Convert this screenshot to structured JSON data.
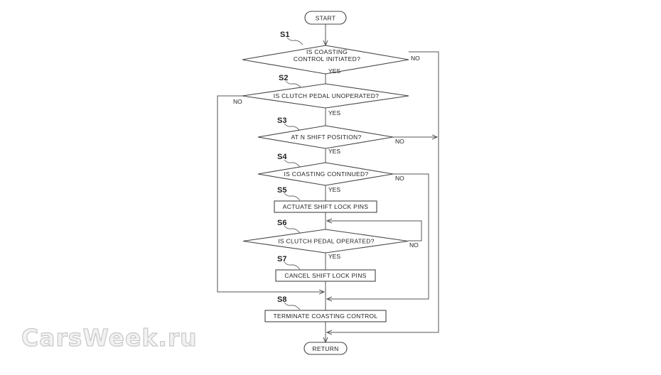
{
  "flowchart": {
    "start": "START",
    "return": "RETURN",
    "steps": {
      "s1": {
        "label": "S1",
        "text_lines": [
          "IS COASTING",
          "CONTROL INITIATED?"
        ],
        "yes": "YES",
        "no": "NO"
      },
      "s2": {
        "label": "S2",
        "text_lines": [
          "IS CLUTCH PEDAL UNOPERATED?"
        ],
        "yes": "YES",
        "no": "NO"
      },
      "s3": {
        "label": "S3",
        "text_lines": [
          "AT N SHIFT POSITION?"
        ],
        "yes": "YES",
        "no": "NO"
      },
      "s4": {
        "label": "S4",
        "text_lines": [
          "IS COASTING CONTINUED?"
        ],
        "yes": "YES",
        "no": "NO"
      },
      "s5": {
        "label": "S5",
        "text": "ACTUATE SHIFT LOCK PINS"
      },
      "s6": {
        "label": "S6",
        "text_lines": [
          "IS CLUTCH PEDAL OPERATED?"
        ],
        "yes": "YES",
        "no": "NO"
      },
      "s7": {
        "label": "S7",
        "text": "CANCEL SHIFT LOCK PINS"
      },
      "s8": {
        "label": "S8",
        "text": "TERMINATE COASTING CONTROL"
      }
    }
  },
  "watermark": "CarsWeek.ru"
}
